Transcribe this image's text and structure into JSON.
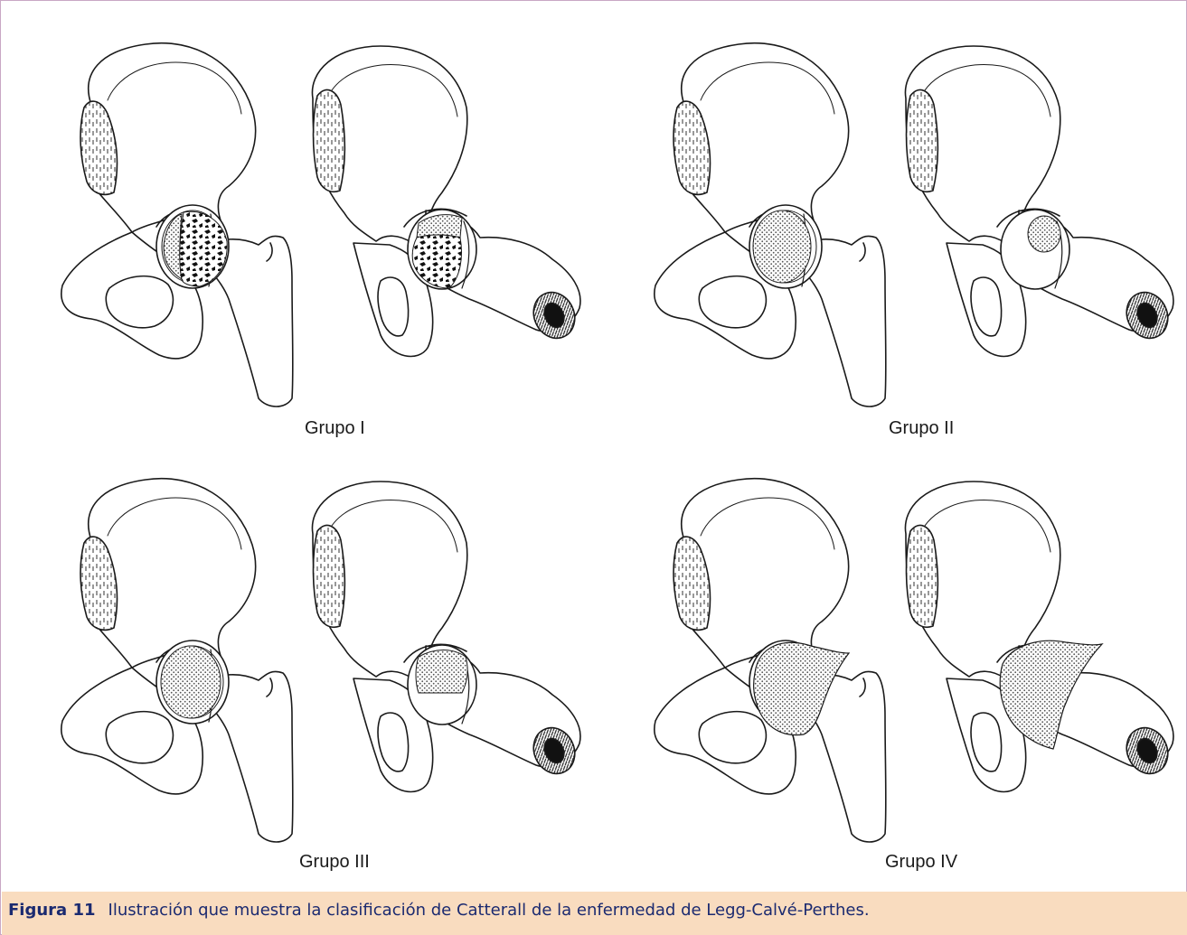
{
  "figure": {
    "panels": [
      {
        "label": "Grupo I",
        "shading": "dense"
      },
      {
        "label": "Grupo II",
        "shading": "small"
      },
      {
        "label": "Grupo III",
        "shading": "half"
      },
      {
        "label": "Grupo IV",
        "shading": "total"
      }
    ],
    "caption": {
      "label": "Figura 11",
      "text": "Ilustración que muestra la clasificación de Catterall de la enfermedad de Legg-Calvé-Perthes."
    }
  },
  "colors": {
    "caption_background": "#f9dcbf",
    "caption_text": "#1b2a70",
    "frame_border": "#c9a7c4",
    "line_art": "#1a1a1a",
    "shading_fill": "#c8c8c8"
  }
}
